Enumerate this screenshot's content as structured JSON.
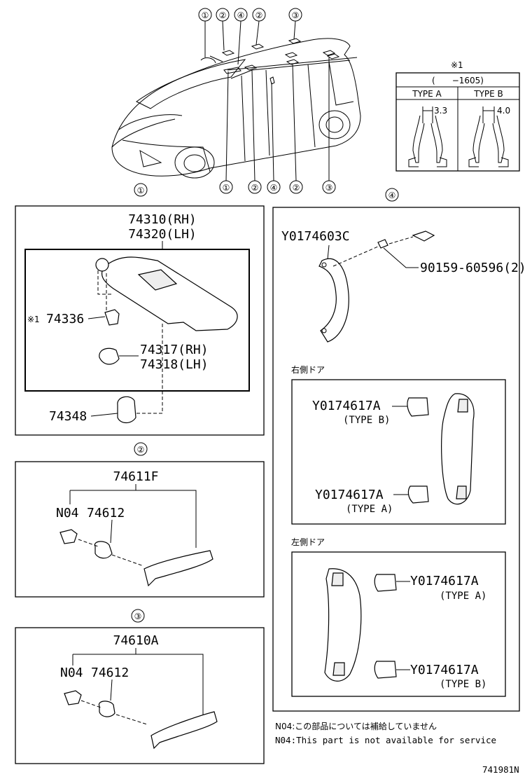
{
  "callout_marks": {
    "one": "①",
    "two": "②",
    "three": "③",
    "four": "④"
  },
  "type_table": {
    "mark": "※1",
    "range": "(　　−1605)",
    "col_a": "TYPE A",
    "col_b": "TYPE B",
    "dim_a": "3.3",
    "dim_b": "4.0"
  },
  "section1": {
    "pn_main_rh": "74310(RH)",
    "pn_main_lh": "74320(LH)",
    "mark": "※1",
    "pn_clip": "74336",
    "pn_holder_rh": "74317(RH)",
    "pn_holder_lh": "74318(LH)",
    "pn_bracket": "74348"
  },
  "section2": {
    "pn_assy": "74611F",
    "n04": "N04",
    "pn_sub": "74612"
  },
  "section3": {
    "pn_assy": "74610A",
    "n04": "N04",
    "pn_sub": "74612"
  },
  "section4": {
    "pn_grip": "Y0174603C",
    "pn_screw": "90159-60596(2)",
    "right_door_label": "右側ドア",
    "left_door_label": "左側ドア",
    "rd_cap_b": "Y0174617A",
    "rd_type_b": "(TYPE B)",
    "rd_cap_a": "Y0174617A",
    "rd_type_a": "(TYPE A)",
    "ld_cap_a": "Y0174617A",
    "ld_type_a": "(TYPE A)",
    "ld_cap_b": "Y0174617A",
    "ld_type_b": "(TYPE B)"
  },
  "footnotes": {
    "jp": "N04:この部品については補給していません",
    "en": "N04:This part is not available for service"
  },
  "diagram_code": "741981N"
}
